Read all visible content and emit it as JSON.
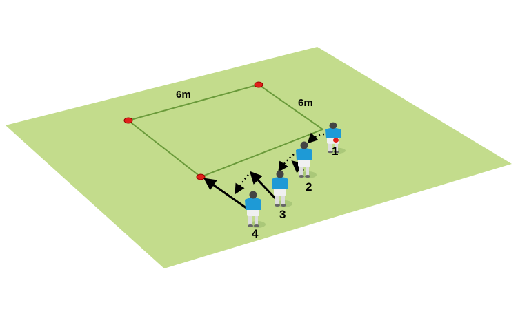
{
  "distance_labels": {
    "top": "6m",
    "right": "6m"
  },
  "players": [
    {
      "number": "1",
      "pose": "crouched-with-ball"
    },
    {
      "number": "2",
      "pose": "standing"
    },
    {
      "number": "3",
      "pose": "standing"
    },
    {
      "number": "4",
      "pose": "standing"
    }
  ],
  "colors": {
    "field": "#c3dc8c",
    "field_lines": "#6a9a3a",
    "cone": "#e0201a",
    "jersey": "#1e9ad6",
    "shorts": "#e8e8e8",
    "arrow": "#000000"
  },
  "icons": {
    "cone": "cone-marker",
    "run_arrow": "solid-arrow",
    "pass_arrow": "dotted-arrow"
  }
}
